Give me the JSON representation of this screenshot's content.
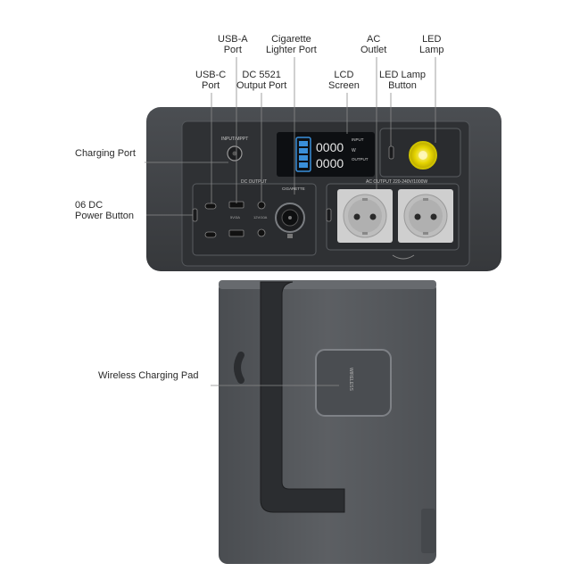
{
  "labels": {
    "usb_a": [
      "USB-A",
      "Port"
    ],
    "cigarette": [
      "Cigarette",
      "Lighter Port"
    ],
    "ac_outlet": [
      "AC",
      "Outlet"
    ],
    "led_lamp": [
      "LED",
      "Lamp"
    ],
    "usb_c": [
      "USB-C",
      "Port"
    ],
    "dc5521": [
      "DC 5521",
      "Output Port"
    ],
    "lcd": [
      "LCD",
      "Screen"
    ],
    "led_button": [
      "LED Lamp",
      "Button"
    ],
    "charging_port": "Charging Port",
    "dc_power": [
      "06 DC",
      "Power Button"
    ],
    "wireless": "Wireless Charging Pad"
  },
  "panel_text": {
    "input": "INPUT/MPPT",
    "dc_output": "DC OUTPUT",
    "cigarette": "CIGARETTE",
    "ac_output": "AC OUTPUT 220-240V/1000W",
    "lcd_top": "0000",
    "lcd_bottom": "0000",
    "lcd_in": "INPUT",
    "lcd_w": "W",
    "lcd_out": "OUTPUT",
    "usb_rating": "5V/3A",
    "dc_rating": "12V/10A",
    "pad_text": "WIRELESS"
  },
  "colors": {
    "body": "#3f4144",
    "panel": "#2e3033",
    "lower_body": "#55585c",
    "handle": "#2b2d30",
    "lcd_bg": "#0d0f12",
    "battery": "#3a8fd9",
    "lamp": "#e5d400",
    "leader": "#8a8a8a"
  }
}
